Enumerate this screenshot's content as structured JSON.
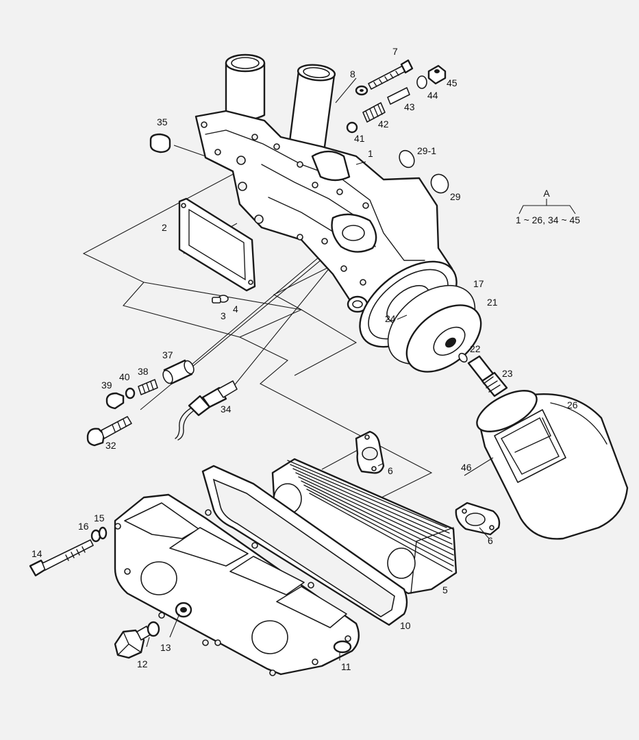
{
  "figure": {
    "group": {
      "title": "A",
      "range": "1 ~ 26, 34 ~ 45"
    }
  },
  "callouts": {
    "c1": "1",
    "c2": "2",
    "c3": "3",
    "c4": "4",
    "c5": "5",
    "c6a": "6",
    "c6b": "6",
    "c7": "7",
    "c8": "8",
    "c10": "10",
    "c11": "11",
    "c12": "12",
    "c13": "13",
    "c14": "14",
    "c15": "15",
    "c16": "16",
    "c17": "17",
    "c21": "21",
    "c22": "22",
    "c23": "23",
    "c24": "24",
    "c26": "26",
    "c29": "29",
    "c29_1": "29-1",
    "c32": "32",
    "c34": "34",
    "c35": "35",
    "c37": "37",
    "c38": "38",
    "c39": "39",
    "c40": "40",
    "c41": "41",
    "c42": "42",
    "c43": "43",
    "c44": "44",
    "c45": "45",
    "c46": "46"
  }
}
